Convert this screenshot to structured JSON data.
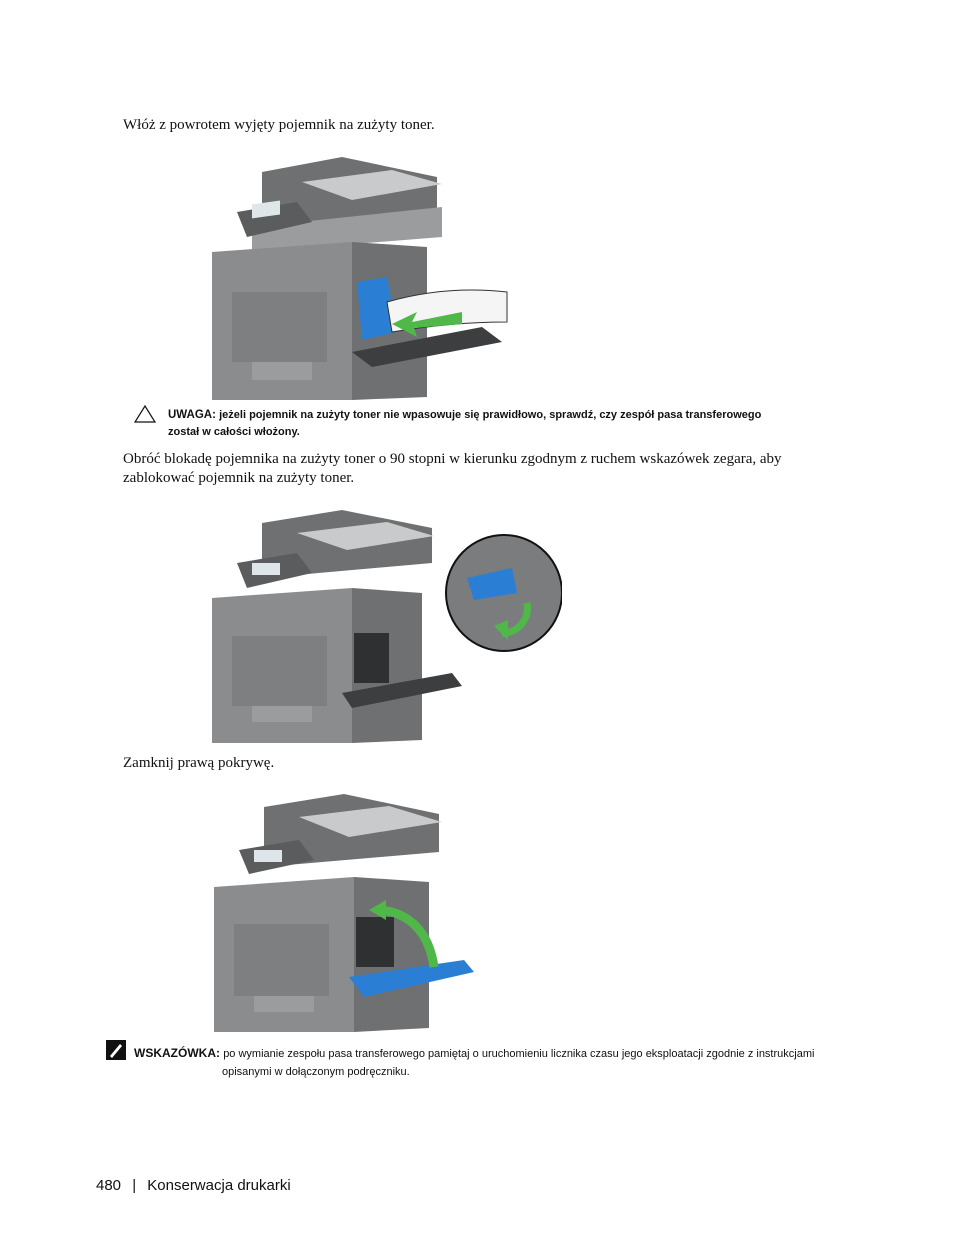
{
  "steps": [
    "Włóż z powrotem wyjęty pojemnik na zużyty toner.",
    "Obróć blokadę pojemnika na zużyty toner o 90 stopni w kierunku zgodnym z ruchem wskazówek zegara, aby zablokować pojemnik na zużyty toner.",
    "Zamknij prawą pokrywę."
  ],
  "caution": {
    "label": "UWAGA:",
    "text_line1": "jeżeli pojemnik na zużyty toner nie wpasowuje się prawidłowo, sprawdź, czy zespół pasa transferowego",
    "text_line2": "został w całości włożony."
  },
  "note": {
    "label": "WSKAZÓWKA:",
    "text_line1": "po wymianie zespołu pasa transferowego pamiętaj o uruchomieniu licznika czasu jego eksploatacji zgodnie z instrukcjami",
    "text_line2": "opisanymi w dołączonym podręczniku."
  },
  "footer": {
    "page_number": "480",
    "separator": "|",
    "section": "Konserwacja drukarki"
  },
  "colors": {
    "printer_body": "#8a8c8e",
    "printer_dark": "#4a4c4e",
    "accent_blue": "#2a7fd4",
    "arrow_green": "#4fb848"
  }
}
